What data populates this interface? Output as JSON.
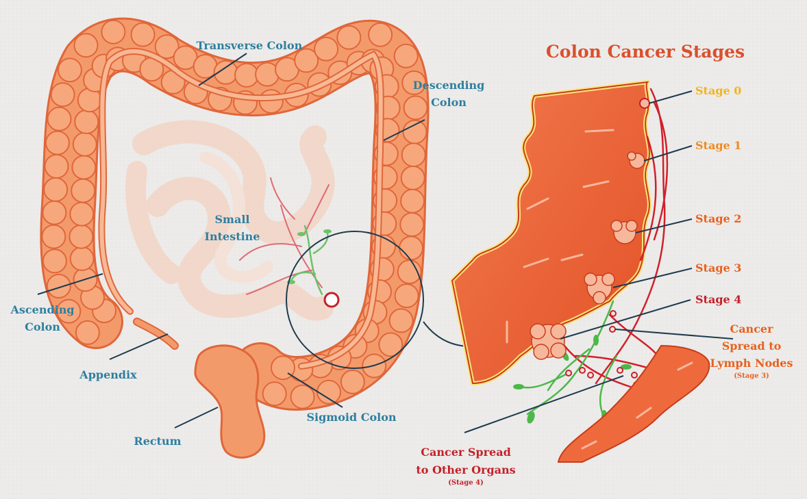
{
  "title": "Colon Cancer Stages",
  "anatomy_labels": {
    "transverse_colon": "Transverse Colon",
    "descending_colon_1": "Descending",
    "descending_colon_2": "Colon",
    "small_intestine_1": "Small",
    "small_intestine_2": "Intestine",
    "ascending_colon_1": "Ascending",
    "ascending_colon_2": "Colon",
    "appendix": "Appendix",
    "sigmoid_colon": "Sigmoid Colon",
    "rectum": "Rectum"
  },
  "stages": {
    "stage0": "Stage 0",
    "stage1": "Stage 1",
    "stage2": "Stage 2",
    "stage3": "Stage 3",
    "stage4": "Stage 4"
  },
  "lymph": {
    "line1": "Cancer",
    "line2": "Spread to",
    "line3": "Lymph Nodes",
    "note": "(Stage 3)"
  },
  "organs": {
    "line1": "Cancer Spread",
    "line2": "to Other Organs",
    "note": "(Stage 4)"
  },
  "colors": {
    "colon_fill": "#f39a6b",
    "colon_stroke": "#e0663a",
    "tumor_fill": "#f7b79b",
    "wall_fill": "#ee6a3c",
    "wall_edge": "#fbe37a",
    "vessel_red": "#d21f2a",
    "vessel_green": "#4cb84a",
    "title": "#d9502d",
    "label_blue": "#2e7f9f"
  }
}
